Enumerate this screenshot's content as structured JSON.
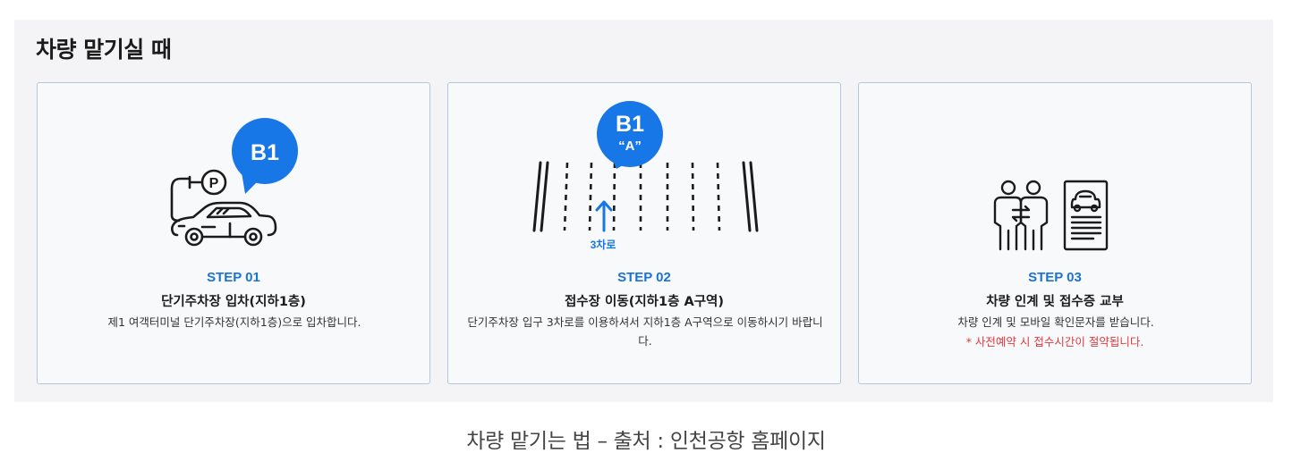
{
  "panel": {
    "title": "차량 맡기실 때"
  },
  "steps": [
    {
      "step_label": "STEP 01",
      "title": "단기주차장 입차(지하1층)",
      "desc": "제1 여객터미널 단기주차장(지하1층)으로 입차합니다.",
      "badge": "B1",
      "parking_sign": "P"
    },
    {
      "step_label": "STEP 02",
      "title": "접수장 이동(지하1층 A구역)",
      "desc": "단기주차장 입구 3차로를 이용하셔서 지하1층 A구역으로 이동하시기 바랍니다.",
      "badge": "B1",
      "badge_sub": "“A”",
      "lane_label": "3차로"
    },
    {
      "step_label": "STEP 03",
      "title": "차량 인계 및 접수증 교부",
      "desc": "차량 인계 및 모바일 확인문자를 받습니다.",
      "note": "* 사전예약 시 접수시간이 절약됩니다."
    }
  ],
  "caption": "차량 맡기는 법 – 출처 : 인천공항 홈페이지",
  "colors": {
    "accent": "#1a73d4",
    "badge": "#1877e6",
    "warning": "#e0393e",
    "card_border": "#b9c7dc",
    "panel_bg": "#f4f4f6"
  }
}
